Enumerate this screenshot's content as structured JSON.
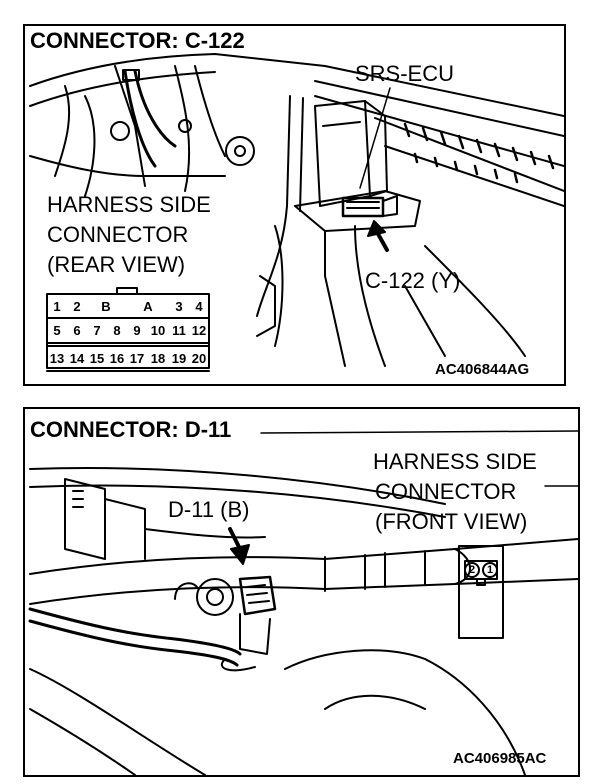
{
  "top_panel": {
    "title": "CONNECTOR: C-122",
    "ecu_label": "SRS-ECU",
    "harness_line1": "HARNESS SIDE",
    "harness_line2": "CONNECTOR",
    "harness_line3": "(REAR VIEW)",
    "connector_label": "C-122 (Y)",
    "figure_code": "AC406844AG",
    "pins_row1": [
      "1",
      "2",
      "B",
      "A",
      "3",
      "4"
    ],
    "pins_row2": [
      "5",
      "6",
      "7",
      "8",
      "9",
      "10",
      "11",
      "12"
    ],
    "pins_row3": [
      "13",
      "14",
      "15",
      "16",
      "17",
      "18",
      "19",
      "20"
    ]
  },
  "bottom_panel": {
    "title": "CONNECTOR: D-11",
    "harness_line1": "HARNESS SIDE",
    "harness_line2": "CONNECTOR",
    "harness_line3": "(FRONT VIEW)",
    "connector_label": "D-11 (B)",
    "figure_code": "AC406985AC",
    "pins": [
      "2",
      "1"
    ]
  }
}
